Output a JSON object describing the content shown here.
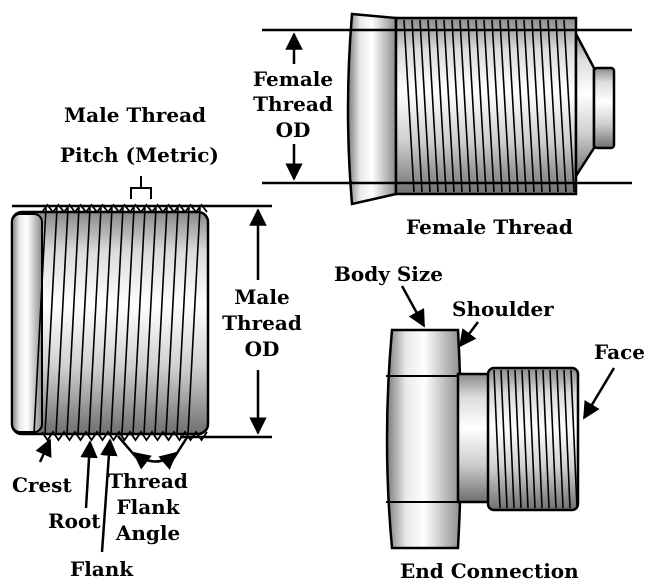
{
  "labels": {
    "male_thread_title": "Male Thread",
    "pitch": "Pitch (Metric)",
    "male_od_line1": "Male",
    "male_od_line2": "Thread",
    "male_od_line3": "OD",
    "crest": "Crest",
    "root": "Root",
    "flank": "Flank",
    "thread_flank_line1": "Thread",
    "thread_flank_line2": "Flank",
    "thread_flank_line3": "Angle",
    "female_od_line1": "Female",
    "female_od_line2": "Thread",
    "female_od_line3": "OD",
    "female_thread": "Female Thread",
    "body_size": "Body Size",
    "shoulder": "Shoulder",
    "face": "Face",
    "end_connection": "End Connection"
  },
  "colors": {
    "metal_light": "#f4f4f4",
    "metal_mid": "#c9c9c9",
    "metal_dark": "#7a7a7a",
    "outline": "#000000"
  }
}
